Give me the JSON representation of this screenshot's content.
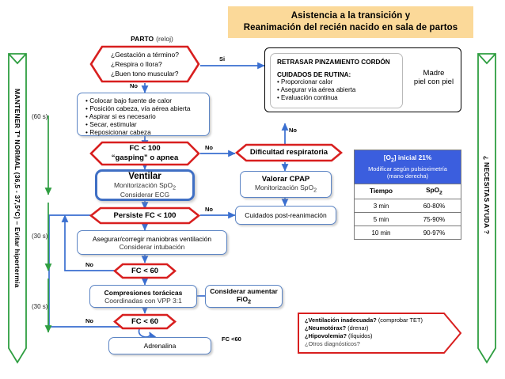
{
  "header": {
    "line1": "Asistencia a la transición y",
    "line2": "Reanimación del recién nacido en sala de partos",
    "bg_color": "#fbd999"
  },
  "side_bars": {
    "left": {
      "text": "MANTENER Tª NORMAL (36,5 - 37,5ºC) – Evitar hipertermia",
      "color": "#2f9e41"
    },
    "right": {
      "text": "¿ NECESITAS AYUDA ?",
      "color": "#2f9e41"
    }
  },
  "time_marks": [
    {
      "label": "(60 s)"
    },
    {
      "label": "(30 s)"
    },
    {
      "label": "(30 s)"
    }
  ],
  "nodes": {
    "birth_label": {
      "strong": "PARTO",
      "rest": "(reloj)"
    },
    "initial_assessment": {
      "line1": "¿Gestación a término?",
      "line2": "¿Respira o llora?",
      "line3": "¿Buen tono muscular?"
    },
    "routine_steps": {
      "items": [
        "• Colocar bajo fuente de calor",
        "• Posición cabeza, vía aérea abierta",
        "• Aspirar si es necesario",
        "• Secar, estimular",
        "• Reposicionar cabeza"
      ]
    },
    "fc100_gasping": {
      "line1": "FC < 100",
      "line2": "“gasping” o apnea"
    },
    "ventilar": {
      "title": "Ventilar",
      "line2": "Monitorización SpO",
      "line2_sub": "2",
      "line3": "Considerar ECG"
    },
    "persiste_fc100": {
      "text": "Persiste FC < 100"
    },
    "asegurar_corregir": {
      "line1": "Asegurar/corregir maniobras ventilación",
      "line2": "Considerar intubación"
    },
    "fc60_first": {
      "text": "FC < 60"
    },
    "compresiones": {
      "line1": "Compresiones torácicas",
      "line2": "Coordinadas con VPP 3:1"
    },
    "aumentar_fio2": {
      "line1": "Considerar aumentar",
      "line2": "FiO",
      "line2_sub": "2"
    },
    "fc60_second": {
      "text": "FC < 60"
    },
    "adrenalina": {
      "text": "Adrenalina"
    },
    "retrasar_pinzamiento": {
      "title": "RETRASAR PINZAMIENTO CORDÓN",
      "subtitle": "CUIDADOS DE RUTINA:",
      "items": [
        "• Proporcionar calor",
        "• Asegurar vía aérea abierta",
        "• Evaluación continua"
      ]
    },
    "madre_piel": {
      "line1": "Madre",
      "line2": "piel con piel"
    },
    "dificultad_respiratoria": {
      "text": "Dificultad respiratoria"
    },
    "valorar_cpap": {
      "line1": "Valorar CPAP",
      "line2": "Monitorización SpO",
      "line2_sub": "2"
    },
    "cuidados_post": {
      "text": "Cuidados post-reanimación"
    },
    "trouble": {
      "rows": [
        {
          "q": "¿Ventilación inadecuada?",
          "a": "(comprobar TET)"
        },
        {
          "q": "¿Neumotórax?",
          "a": "(drenar)"
        },
        {
          "q": "¿Hipovolemia?",
          "a": "(líquidos)"
        },
        {
          "q": "¿Otros diagnósticos?",
          "a": ""
        }
      ]
    }
  },
  "spo2_table": {
    "header_line1": "[O",
    "header_sub": "2",
    "header_line1_end": "] inicial 21%",
    "header_line2": "Modificar según pulsioximetría",
    "header_line3": "(mano derecha)",
    "columns": [
      "Tiempo",
      "SpO"
    ],
    "col2_sub": "2",
    "rows": [
      {
        "tiempo": "3 min",
        "spo2": "60-80%"
      },
      {
        "tiempo": "5 min",
        "spo2": "75-90%"
      },
      {
        "tiempo": "10 min",
        "spo2": "90-97%"
      }
    ],
    "header_bg": "#3b5ede"
  },
  "edge_labels": {
    "si": "Si",
    "no_1": "No",
    "no_2": "No",
    "no_3": "No",
    "no_4": "No",
    "no_5": "No",
    "no_6": "No",
    "fc60_loop": "FC <60"
  },
  "colors": {
    "decision_red": "#d81f1f",
    "flow_blue": "#3a6fd0",
    "box_blue": "#5b84c4",
    "green": "#2f9e41"
  }
}
